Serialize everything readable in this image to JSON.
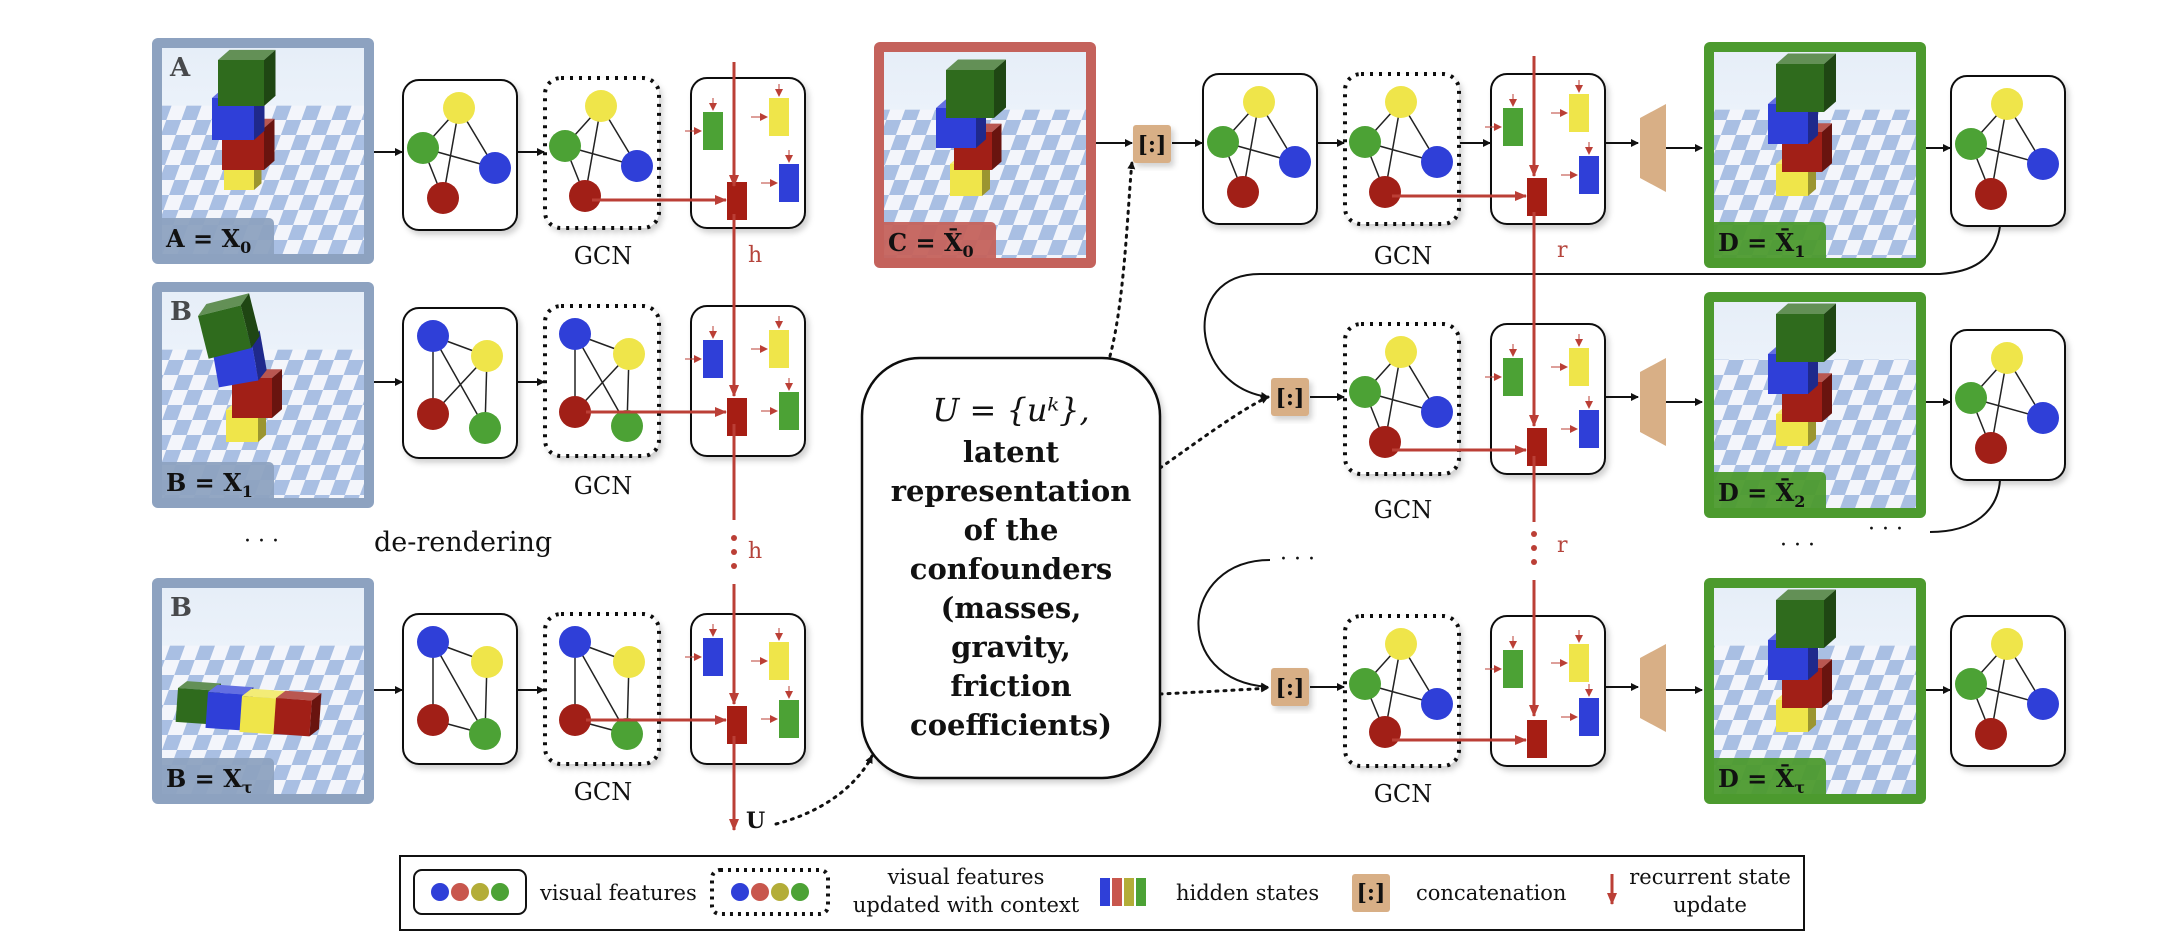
{
  "frames": {
    "A": {
      "tag": "A = X",
      "sub": "0",
      "corner": "A"
    },
    "B1": {
      "tag": "B = X",
      "sub": "1",
      "corner": "B"
    },
    "Btau": {
      "tag": "B = X",
      "sub": "τ",
      "corner": "B"
    },
    "C": {
      "tag": "C = X̄",
      "sub": "0"
    },
    "D1": {
      "tag": "D = X̄",
      "sub": "1"
    },
    "D2": {
      "tag": "D = X̄",
      "sub": "2"
    },
    "Dtau": {
      "tag": "D = X̄",
      "sub": "τ"
    }
  },
  "labels": {
    "gcn": "GCN",
    "de_rendering": "de-rendering",
    "ellipsis": "· · ·",
    "h": "h",
    "r": "r",
    "U": "U",
    "concat": "[:]"
  },
  "bubble": {
    "formula": "U = {uᵏ},",
    "lines": [
      "latent",
      "representation",
      "of the",
      "confounders",
      "(masses,",
      "gravity,",
      "friction",
      "coefficients)"
    ]
  },
  "legend": {
    "visual_features": "visual features",
    "updated_line1": "visual features",
    "updated_line2": "updated with context",
    "hidden_states": "hidden states",
    "concatenation": "concatenation",
    "recurrent_line1": "recurrent state",
    "recurrent_line2": "update"
  },
  "colors": {
    "frame_blue": "#8da2c0",
    "frame_red": "#c4625c",
    "frame_green": "#4c9a2e",
    "node_yellow": "#efe54a",
    "node_blue": "#2f3fd8",
    "node_red": "#a11f17",
    "node_green": "#4ca235",
    "hidden_red": "#a61e14",
    "arrow_red": "#bb3f36",
    "concat_tan": "#d8af86"
  }
}
